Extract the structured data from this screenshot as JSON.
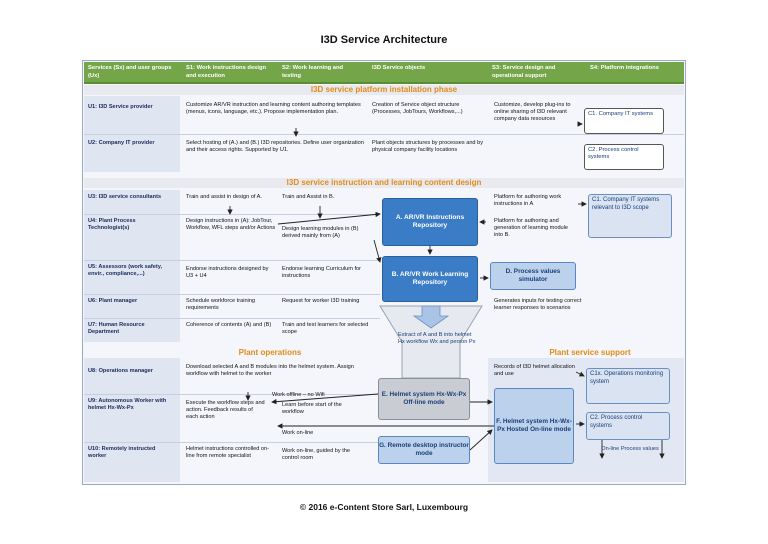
{
  "title": "I3D Service Architecture",
  "footer": "©  2016 e-Content Store Sarl, Luxembourg",
  "colors": {
    "header_green": "#74a548",
    "phase_orange": "#e28b17",
    "box_blue": "#3b7cc6",
    "box_light": "#bcd1ec"
  },
  "header": {
    "c0": "Services (Sx) and user groups (Ux)",
    "c1": "S1: Work instructions design and execution",
    "c2": "S2: Work learning and testing",
    "c3": "I3D Service objects",
    "c4": "S3: Service design and operational support",
    "c5": "S4: Platform integrations"
  },
  "phases": {
    "install": "I3D service platform installation phase",
    "instruction": "I3D service instruction and learning content design",
    "plant_ops": "Plant operations",
    "plant_support": "Plant service support"
  },
  "users": {
    "u1": "U1: I3D Service provider",
    "u2": "U2: Company IT provider",
    "u3": "U3: I3D service consultants",
    "u4": "U4: Plant Process Technologist(s)",
    "u5": "U5: Assessors (work safety, envir., compliance,...)",
    "u6": "U6: Plant manager",
    "u7": "U7: Human Resource Department",
    "u8": "U8: Operations manager",
    "u9": "U9: Autonomous Worker with helmet Hx-Wx-Px",
    "u10": "U10: Remotely instructed worker"
  },
  "cells": {
    "u1_s12": "Customize AR/VR instruction and learning content authoring templates (menus, icons, language, etc.). Propose implementation plan.",
    "u1_obj": "Creation of Service object structure (Processes, JobTours, Workflows,...)",
    "u1_s3": "Customize, develop plug-ins to online sharing of I3D relevant company data resources",
    "u2_s12": "Select hosting of (A.) and (B.) I3D repositories. Define user organization and their access rights. Supported by U1.",
    "u2_obj": "Plant objects structures by processes and by physical company facility locations",
    "u3_s1": "Train and assist in design of A.",
    "u3_s2": "Train and Assist in B.",
    "u4_s1": "Design instructions in (A): JobTour, Workflow, WFL steps and/or Actions",
    "u4_s2": "Design learning modules in (B) derived mainly from  (A)",
    "u5_s1": "Endorse instructions designed by U3 + U4",
    "u5_s2": "Endorse learning Curriculum for instructions",
    "u6_s1": "Schedule workforce training requirements",
    "u6_s2": "Request for worker I3D training",
    "u7_s1": "Coherence of contents (A) and (B)",
    "u7_s2": "Train and test learners for selected scope",
    "s3_auth_a": "Platform for authoring work instructions in A",
    "s3_auth_b": "Platform for authoring and generation of learning module into B.",
    "s3_gen": "Generates inputs for testing correct learner responses to scenarios",
    "u8_s12": "Download selected A and B modules into the helmet system. Assign workflow with helmet to the worker",
    "u9_s1": "Execute the workflow steps and action. Feedback results of each action",
    "u9_offline": "Work offline – no Wifi",
    "u9_learn": "Learn before start of the workflow",
    "u9_online": "Work on-line",
    "u10_s1": "Helmet instructions controlled on-line from remote specialist",
    "u10_s2": "Work on-line, guided by the control room",
    "s3_records": "Records of I3D helmet allocation and use",
    "extract": "Extract of A and B into helmet Hx workflow Wx and person Px"
  },
  "boxes": {
    "a": "A. AR/VR Instructions Repository",
    "b": "B. AR/VR Work Learning Repository",
    "d": "D. Process values simulator",
    "e": "E. Helmet system Hx-Wx-Px Off-line mode",
    "f": "F. Helmet system Hx-Wx-Px Hosted On-line mode",
    "g": "G. Remote desktop instructor mode",
    "c1": "C1. Company IT systems",
    "c2": "C2. Process control systems",
    "c1_scope": "C1. Company IT systems relevant to I3D scope",
    "c1x": "C1x. Operations monitoring system",
    "c2_ctrl": "C2. Process control systems",
    "online_values": "On-line Process values"
  }
}
